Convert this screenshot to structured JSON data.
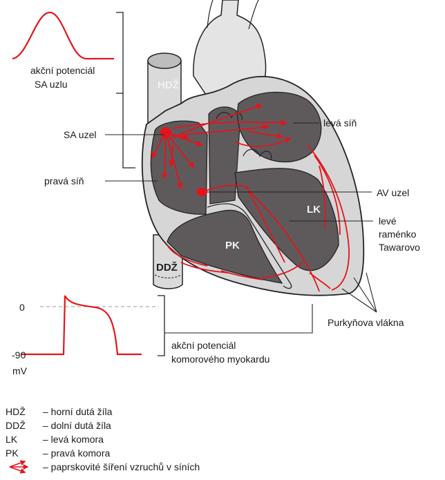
{
  "labels": {
    "sa_ap_line1": "akční potenciál",
    "sa_ap_line2": "SA uzlu",
    "hdz": "HDŽ",
    "sa_node": "SA uzel",
    "right_atrium": "pravá síň",
    "left_atrium": "levá síň",
    "av_node": "AV uzel",
    "lk": "LK",
    "pk": "PK",
    "left_bundle_line1": "levé",
    "left_bundle_line2": "raménko",
    "left_bundle_line3": "Tawarovo",
    "ddz": "DDŽ",
    "purkinje": "Purkyňova vlákna",
    "vent_ap_line1": "akční potenciál",
    "vent_ap_line2": "komorového myokardu",
    "axis_zero": "0",
    "axis_min": "-90",
    "axis_unit": "mV"
  },
  "legend": [
    {
      "abbr": "HDŽ",
      "text": "– horní dutá žíla"
    },
    {
      "abbr": "DDŽ",
      "text": "– dolní dutá žíla"
    },
    {
      "abbr": "LK",
      "text": "– levá komora"
    },
    {
      "abbr": "PK",
      "text": "– pravá komora"
    },
    {
      "abbr": "",
      "text": "– paprskovité šíření vzruchů v síních"
    }
  ],
  "colors": {
    "conduction": "#e3141b",
    "chamber": "#5e5a5c",
    "wall": "#d6d6d6",
    "outline": "#222222"
  }
}
